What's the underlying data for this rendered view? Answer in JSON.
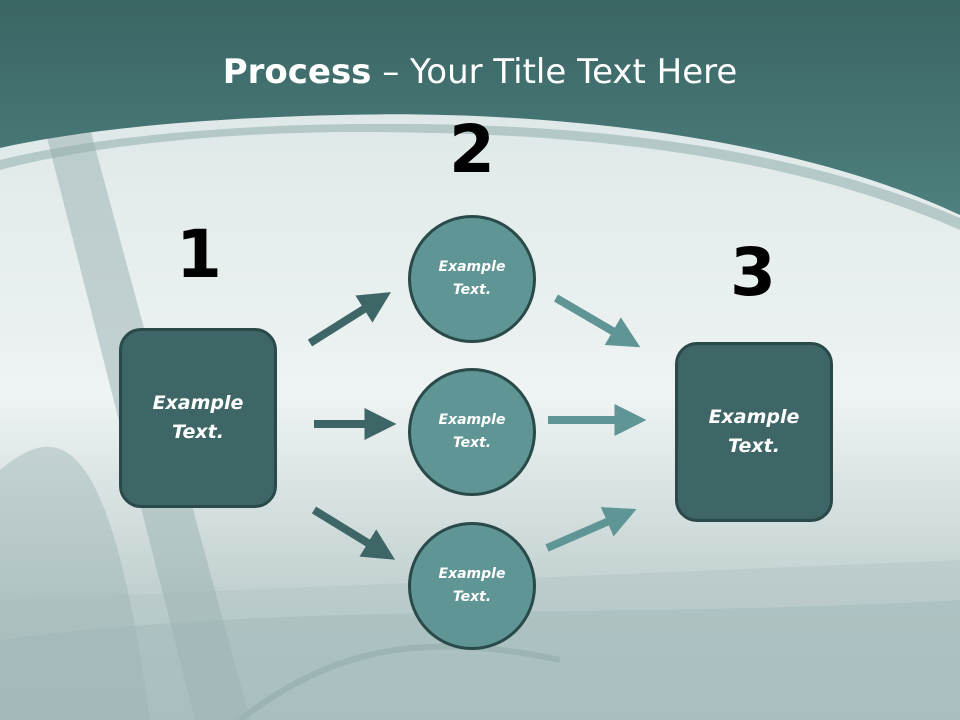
{
  "title": {
    "bold": "Process",
    "rest": " – Your Title Text Here"
  },
  "colors": {
    "header": "#3d6d6b",
    "box": "#3e6666",
    "circle": "#5f9595",
    "arrow_dark": "#3e6666",
    "arrow_light": "#5f9595"
  },
  "steps": {
    "one": "1",
    "two": "2",
    "three": "3"
  },
  "left_box": {
    "text": "Example\nText."
  },
  "right_box": {
    "text": "Example\nText."
  },
  "circles": [
    {
      "text": "Example\nText."
    },
    {
      "text": "Example\nText."
    },
    {
      "text": "Example\nText."
    }
  ]
}
